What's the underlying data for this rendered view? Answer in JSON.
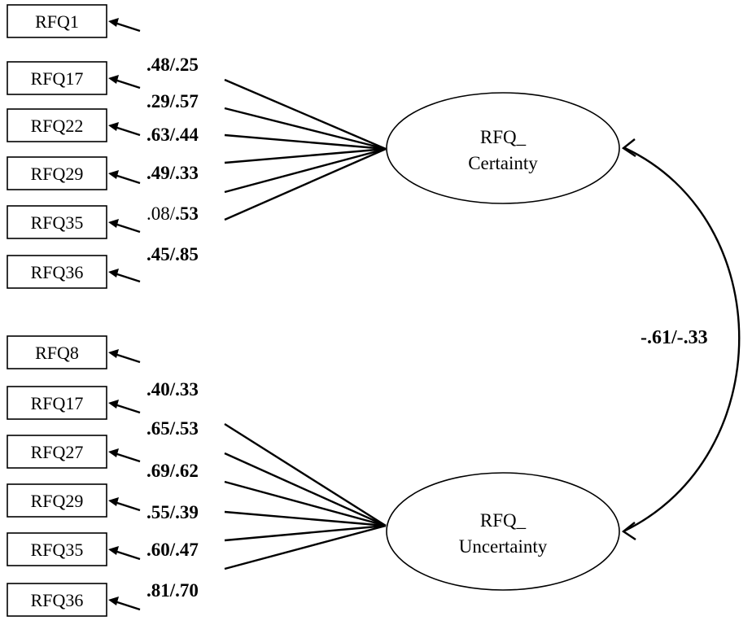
{
  "factors": [
    {
      "id": "certainty",
      "label_line1": "RFQ_",
      "label_line2": "Certainty",
      "indicators": [
        {
          "label": "RFQ1",
          "loading": ".48/.25",
          "loading_bold": true
        },
        {
          "label": "RFQ17",
          "loading": ".29/.57",
          "loading_bold": true
        },
        {
          "label": "RFQ22",
          "loading": ".63/.44",
          "loading_bold": true
        },
        {
          "label": "RFQ29",
          "loading": ".49/.33",
          "loading_bold": true
        },
        {
          "label": "RFQ35",
          "loading_plain": ".08/",
          "loading_rest": ".53",
          "loading_bold": false
        },
        {
          "label": "RFQ36",
          "loading": ".45/.85",
          "loading_bold": true
        }
      ]
    },
    {
      "id": "uncertainty",
      "label_line1": "RFQ_",
      "label_line2": "Uncertainty",
      "indicators": [
        {
          "label": "RFQ8",
          "loading": ".40/.33",
          "loading_bold": true
        },
        {
          "label": "RFQ17",
          "loading": ".65/.53",
          "loading_bold": true
        },
        {
          "label": "RFQ27",
          "loading": ".69/.62",
          "loading_bold": true
        },
        {
          "label": "RFQ29",
          "loading": ".55/.39",
          "loading_bold": true
        },
        {
          "label": "RFQ35",
          "loading": ".60/.47",
          "loading_bold": true
        },
        {
          "label": "RFQ36",
          "loading": ".81/.70",
          "loading_bold": true
        }
      ]
    }
  ],
  "correlation": "-.61/-.33"
}
